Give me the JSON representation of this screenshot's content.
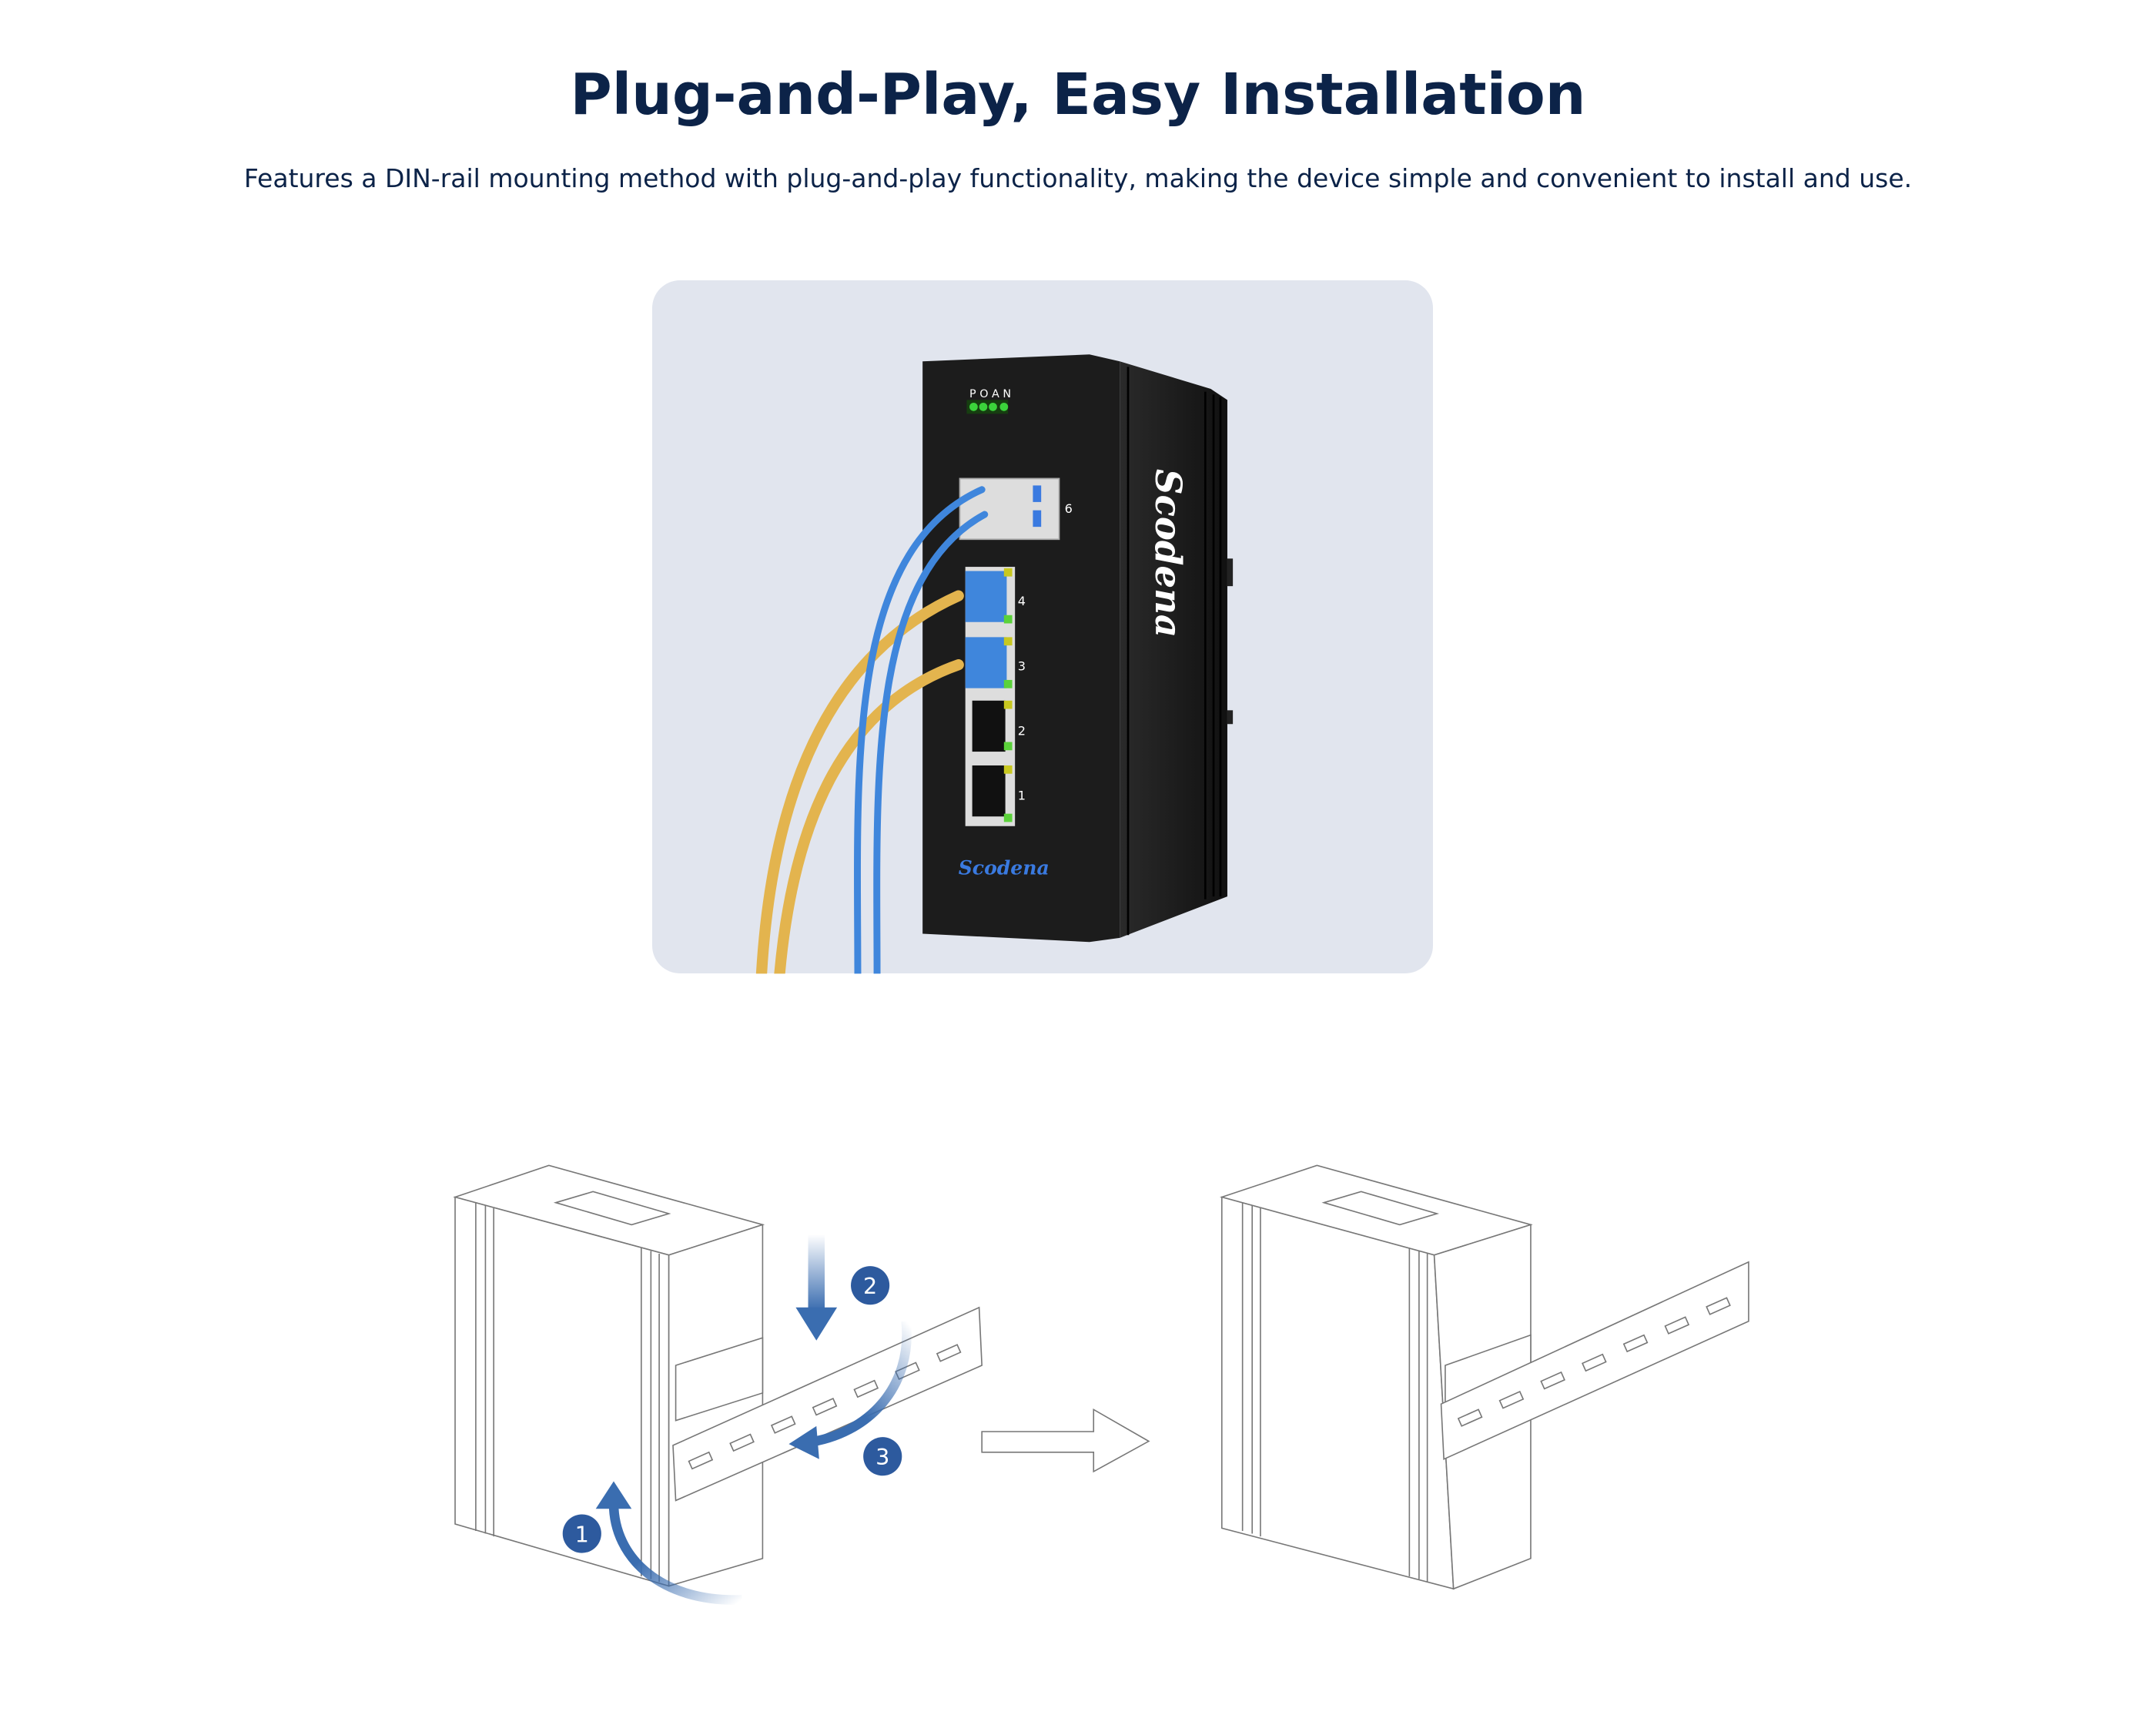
{
  "header": {
    "title": "Plug-and-Play, Easy Installation",
    "subtitle": "Features a DIN-rail mounting method with plug-and-play functionality, making the device simple and convenient to install and use."
  },
  "device": {
    "led_labels": "P O A N",
    "port_labels": [
      "6",
      "4",
      "3",
      "2",
      "1"
    ],
    "brand_front": "Scodena",
    "brand_side": "Scodena"
  },
  "installation": {
    "steps": [
      "1",
      "2",
      "3"
    ]
  },
  "colors": {
    "heading": "#0c2348",
    "panel_bg": "#e1e5ee",
    "step_badge": "#2d5a9e",
    "brand_blue": "#3a7ae0"
  }
}
